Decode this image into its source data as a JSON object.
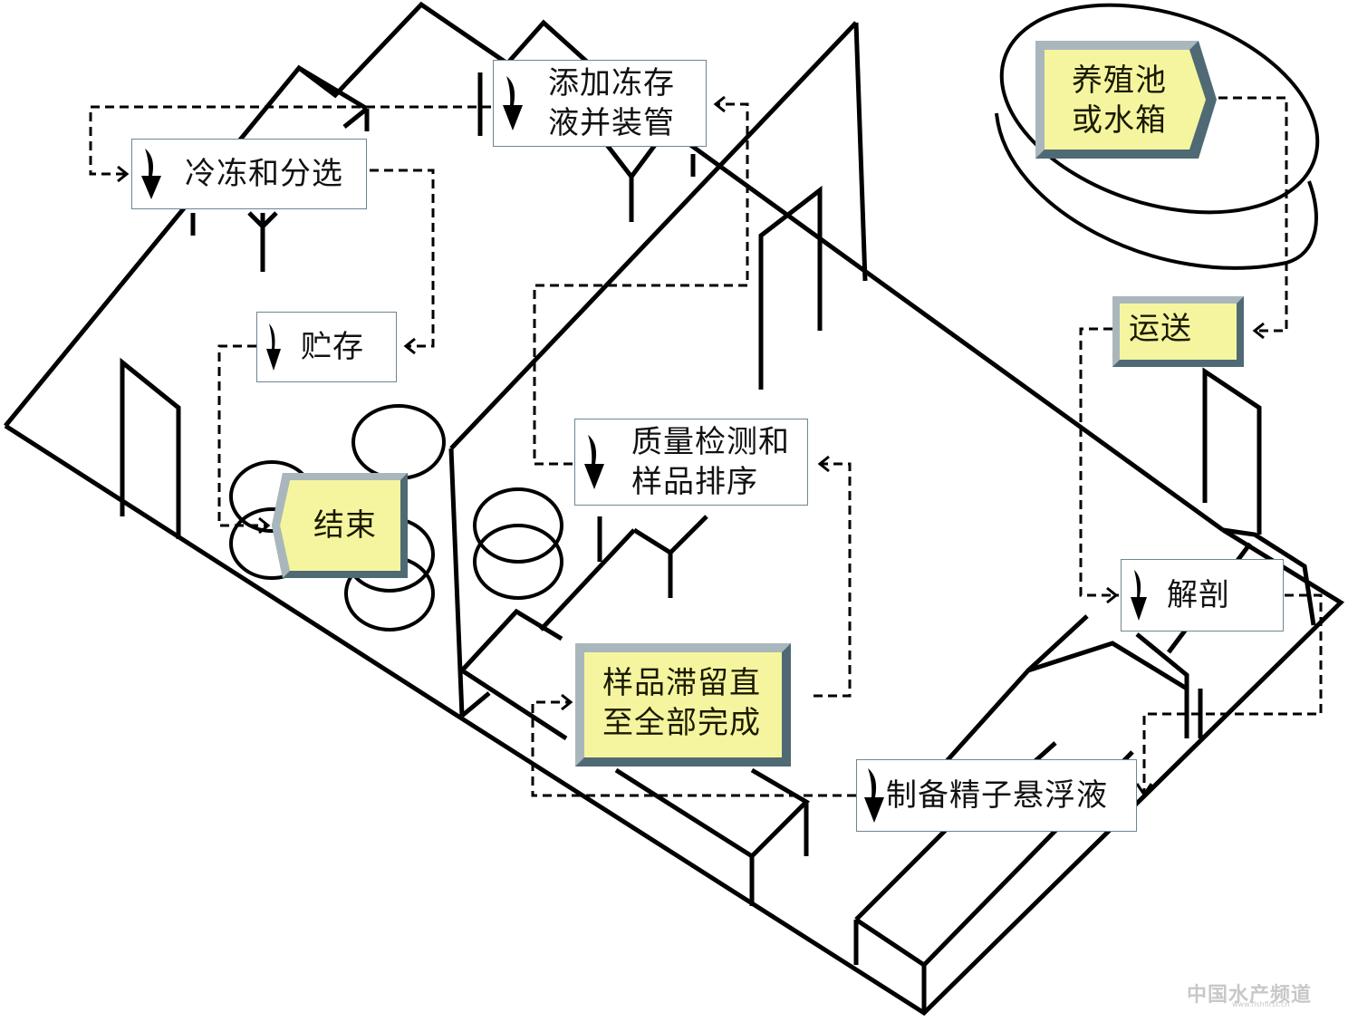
{
  "diagram": {
    "title": "",
    "nodes": {
      "pond": {
        "label": "养殖池\n或水箱",
        "type": "source"
      },
      "transport": {
        "label": "运送",
        "type": "process-highlight"
      },
      "dissect": {
        "label": "解剖",
        "type": "process"
      },
      "sperm_prep": {
        "label": "制备精子悬浮液",
        "type": "process"
      },
      "hold": {
        "label": "样品滞留直\n至全部完成",
        "type": "process-highlight"
      },
      "quality": {
        "label": "质量检测和\n样品排序",
        "type": "process"
      },
      "add_cryo": {
        "label": "添加冻存\n液并装管",
        "type": "process"
      },
      "freeze_sort": {
        "label": "冷冻和分选",
        "type": "process"
      },
      "storage": {
        "label": "贮存",
        "type": "process"
      },
      "end": {
        "label": "结束",
        "type": "sink"
      }
    },
    "edges": [
      {
        "from": "pond",
        "to": "transport"
      },
      {
        "from": "transport",
        "to": "dissect"
      },
      {
        "from": "dissect",
        "to": "sperm_prep"
      },
      {
        "from": "sperm_prep",
        "to": "hold"
      },
      {
        "from": "hold",
        "to": "quality"
      },
      {
        "from": "quality",
        "to": "add_cryo"
      },
      {
        "from": "add_cryo",
        "to": "freeze_sort"
      },
      {
        "from": "freeze_sort",
        "to": "storage"
      },
      {
        "from": "storage",
        "to": "end"
      }
    ],
    "colors": {
      "highlight_fill": "#f5f5a0",
      "bevel_light": "#a9b7bd",
      "bevel_dark": "#4f6a74",
      "box_border": "#6f8590",
      "line": "#000000"
    }
  },
  "watermark": {
    "text": "中国水产频道",
    "url": "www.fishfirst.cn"
  }
}
